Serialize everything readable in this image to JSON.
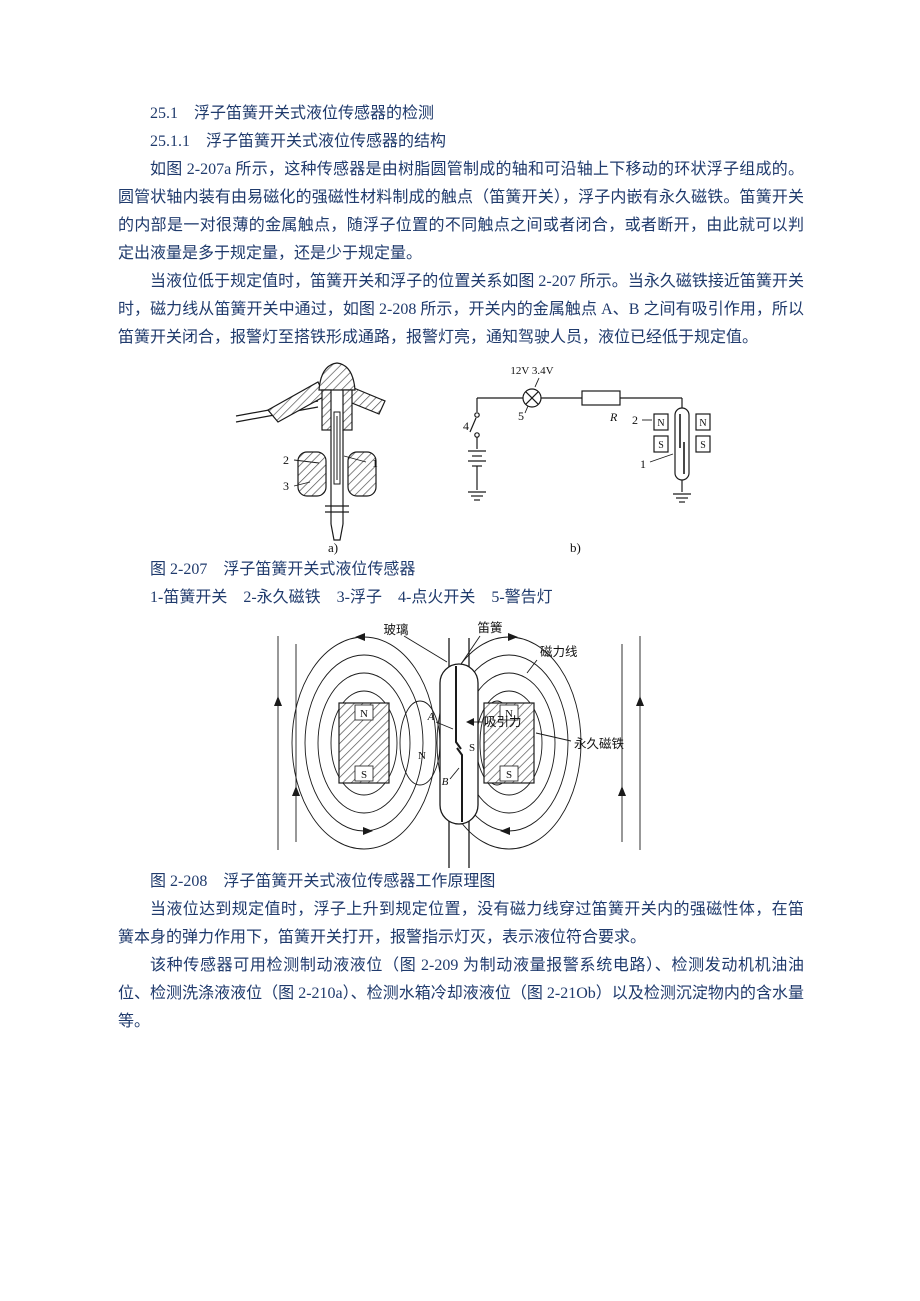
{
  "colors": {
    "body_text": "#1f3a6c",
    "diagram_ink": "#1a1a1a",
    "page_bg": "#ffffff"
  },
  "doc": {
    "heading1": "25.1　浮子笛簧开关式液位传感器的检测",
    "heading2": "25.1.1　浮子笛簧开关式液位传感器的结构",
    "para1": "如图 2-207a 所示，这种传感器是由树脂圆管制成的轴和可沿轴上下移动的环状浮子组成的。圆管状轴内装有由易磁化的强磁性材料制成的触点（笛簧开关），浮子内嵌有永久磁铁。笛簧开关的内部是一对很薄的金属触点，随浮子位置的不同触点之间或者闭合，或者断开，由此就可以判定出液量是多于规定量，还是少于规定量。",
    "para2": "当液位低于规定值时，笛簧开关和浮子的位置关系如图 2-207 所示。当永久磁铁接近笛簧开关时，磁力线从笛簧开关中通过，如图 2-208 所示，开关内的金属触点 A、B 之间有吸引作用，所以笛簧开关闭合，报警灯至搭铁形成通路，报警灯亮，通知驾驶人员，液位已经低于规定值。",
    "fig207_caption": "图 2-207　浮子笛簧开关式液位传感器",
    "fig207_legend": "1-笛簧开关　2-永久磁铁　3-浮子　4-点火开关　5-警告灯",
    "fig208_caption": "图 2-208　浮子笛簧开关式液位传感器工作原理图",
    "para3": "当液位达到规定值时，浮子上升到规定位置，没有磁力线穿过笛簧开关内的强磁性体，在笛簧本身的弹力作用下，笛簧开关打开，报警指示灯灭，表示液位符合要求。",
    "para4": "该种传感器可用检测制动液液位（图 2-209 为制动液量报警系统电路）、检测发动机机油油位、检测洗涤液液位（图 2-210a）、检测水箱冷却液液位（图 2-21Ob）以及检测沉淀物内的含水量等。"
  },
  "fig207": {
    "part_a_label": "a)",
    "part_b_label": "b)",
    "callout_1": "1",
    "callout_2": "2",
    "callout_3": "3",
    "callout_4": "4",
    "callout_5": "5",
    "lamp_rating": "12V 3.4V",
    "resistor_label": "R",
    "pole_n": "N",
    "pole_s": "S"
  },
  "fig208": {
    "glass_label": "玻璃",
    "reed_label": "笛簧",
    "flux_label": "磁力线",
    "attraction_label": "吸引力",
    "magnet_label": "永久磁铁",
    "contact_a": "A",
    "contact_b": "B",
    "pole_n": "N",
    "pole_s": "S"
  }
}
